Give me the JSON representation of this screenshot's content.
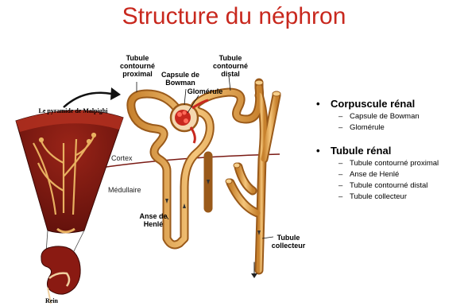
{
  "title": "Structure du néphron",
  "labels": {
    "pyramid": "Le pyramide de Malpighi",
    "rein": "Rein",
    "cortex": "Cortex",
    "medullaire": "Médullaire",
    "tcp": "Tubule contourné proximal",
    "capsule": "Capsule de Bowman",
    "glomerule": "Glomérule",
    "tcd": "Tubule contourné distal",
    "anse": "Anse de Henlé",
    "collecteur": "Tubule collecteur"
  },
  "legend": {
    "groups": [
      {
        "title": "Corpuscule rénal",
        "items": [
          "Capsule de Bowman",
          "Glomérule"
        ]
      },
      {
        "title": "Tubule rénal",
        "items": [
          "Tubule contourné proximal",
          "Anse de Henlé",
          "Tubule contourné distal",
          "Tubule collecteur"
        ]
      }
    ]
  },
  "colors": {
    "title": "#c8281e",
    "tubule": "#e2a04a",
    "tubule_light": "#f6cf8b",
    "pyramid": "#7a1610",
    "boundary": "#7a1a14",
    "glomerule": "#c8281e"
  }
}
